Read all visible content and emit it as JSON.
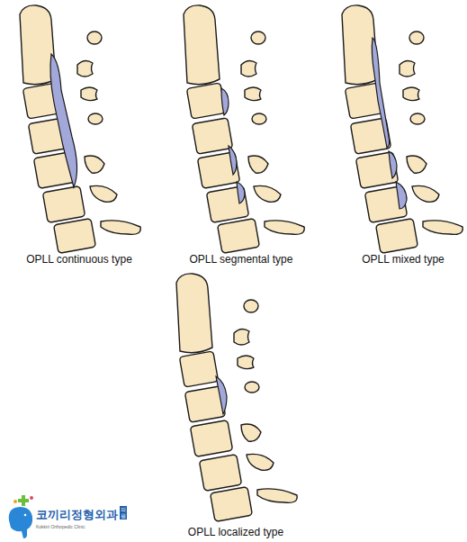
{
  "diagram": {
    "nodes": [
      {
        "text": [
          "의원"
        ]
      }
    ],
    "labels": [
      "OPLL continuous type",
      "OPLL segmental type",
      "OPLL mixed type",
      "OPLL localized type",
      "코끼리정형외과",
      "Kokkiri Orthopedic Clinic"
    ]
  }
}
